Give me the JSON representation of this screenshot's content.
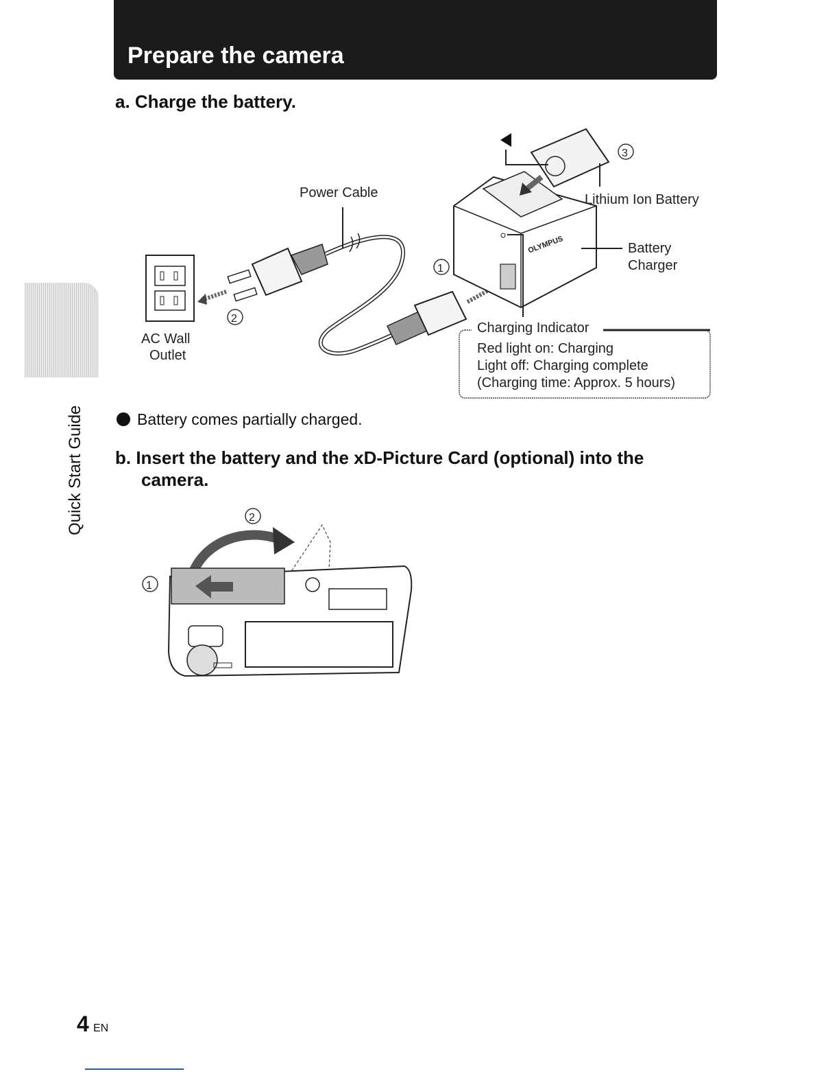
{
  "banner": {
    "title": "Prepare the camera"
  },
  "sidebar": {
    "label": "Quick Start Guide"
  },
  "section_a": {
    "heading": "a. Charge the battery.",
    "labels": {
      "power_cable": "Power Cable",
      "ac_wall": "AC Wall",
      "outlet": "Outlet",
      "lithium_ion_battery": "Lithium Ion Battery",
      "battery": "Battery",
      "charger": "Charger",
      "step1": "1",
      "step2": "2",
      "step3": "3"
    },
    "indicator_box": {
      "title": "Charging Indicator",
      "line1": "Red light on: Charging",
      "line2": "Light off: Charging complete",
      "line3": "(Charging time: Approx. 5 hours)"
    },
    "bullet": "Battery comes partially charged."
  },
  "section_b": {
    "heading_line1": "b. Insert the battery and the xD-Picture Card (optional) into the",
    "heading_line2": "camera.",
    "step1": "1",
    "step2": "2"
  },
  "footer": {
    "page_number": "4",
    "language": "EN"
  }
}
